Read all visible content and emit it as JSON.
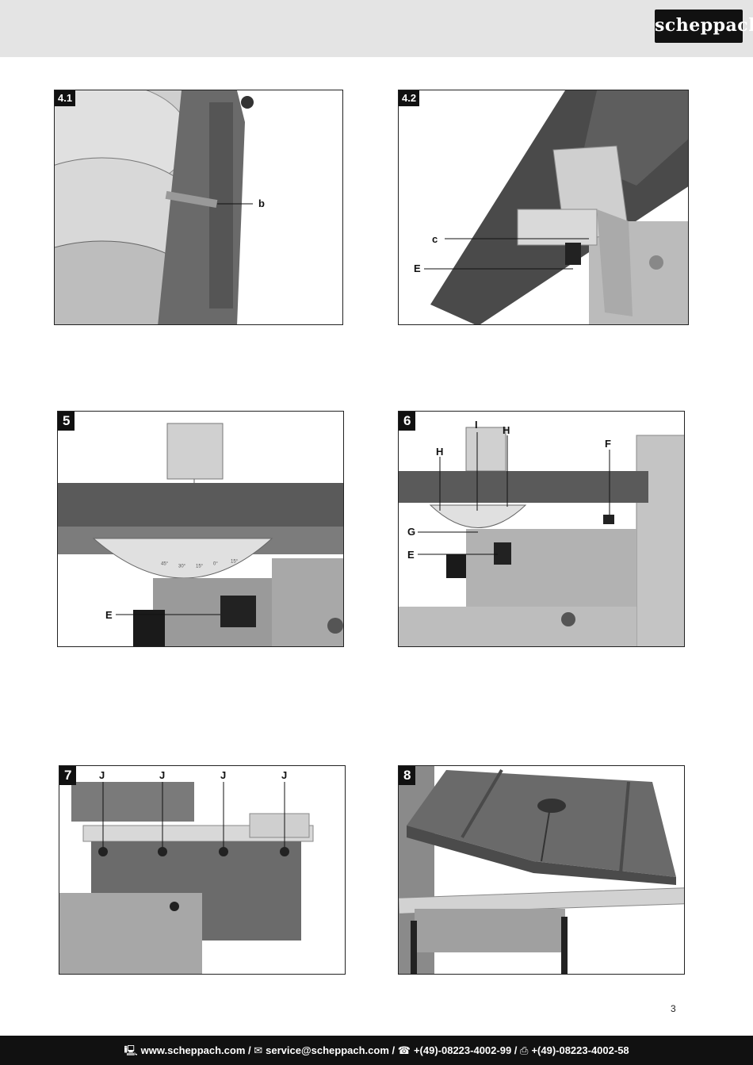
{
  "header": {
    "logo_text": "scheppach"
  },
  "figures": {
    "f41": {
      "number": "4.1",
      "labels": {
        "b": "b"
      }
    },
    "f42": {
      "number": "4.2",
      "labels": {
        "c": "c",
        "E": "E"
      }
    },
    "f5": {
      "number": "5",
      "labels": {
        "E": "E"
      },
      "scale_ticks": [
        "45°",
        "30°",
        "15°",
        "0°",
        "15°"
      ]
    },
    "f6": {
      "number": "6",
      "labels": {
        "I": "I",
        "H1": "H",
        "H2": "H",
        "F": "F",
        "G": "G",
        "E": "E"
      }
    },
    "f7": {
      "number": "7",
      "labels": {
        "J1": "J",
        "J2": "J",
        "J3": "J",
        "J4": "J"
      }
    },
    "f8": {
      "number": "8"
    }
  },
  "page_number": "3",
  "footer": {
    "web_icon": "computer-icon",
    "web": "www.scheppach.com",
    "mail_icon": "mail-icon",
    "mail": "service@scheppach.com",
    "phone_icon": "phone-icon",
    "phone": "+(49)-08223-4002-99",
    "fax_icon": "fax-icon",
    "fax": "+(49)-08223-4002-58",
    "separator": " / "
  }
}
